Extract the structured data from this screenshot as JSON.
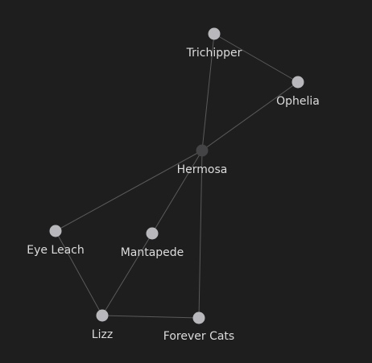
{
  "graph": {
    "background": "#1e1e1e",
    "node_color": "#b8b8bc",
    "active_node_color": "#444446",
    "edge_color": "#5a5a5a",
    "label_color": "#dcdcdc",
    "nodes": [
      {
        "id": "trichipper",
        "label": "Trichipper",
        "active": false
      },
      {
        "id": "ophelia",
        "label": "Ophelia",
        "active": false
      },
      {
        "id": "hermosa",
        "label": "Hermosa",
        "active": true
      },
      {
        "id": "eye-leach",
        "label": "Eye Leach",
        "active": false
      },
      {
        "id": "mantapede",
        "label": "Mantapede",
        "active": false
      },
      {
        "id": "lizz",
        "label": "Lizz",
        "active": false
      },
      {
        "id": "forever-cats",
        "label": "Forever Cats",
        "active": false
      }
    ],
    "edges": [
      {
        "from": "trichipper",
        "to": "ophelia"
      },
      {
        "from": "trichipper",
        "to": "hermosa"
      },
      {
        "from": "ophelia",
        "to": "hermosa"
      },
      {
        "from": "hermosa",
        "to": "eye-leach"
      },
      {
        "from": "hermosa",
        "to": "mantapede"
      },
      {
        "from": "hermosa",
        "to": "forever-cats"
      },
      {
        "from": "eye-leach",
        "to": "lizz"
      },
      {
        "from": "mantapede",
        "to": "lizz"
      },
      {
        "from": "lizz",
        "to": "forever-cats"
      }
    ]
  }
}
